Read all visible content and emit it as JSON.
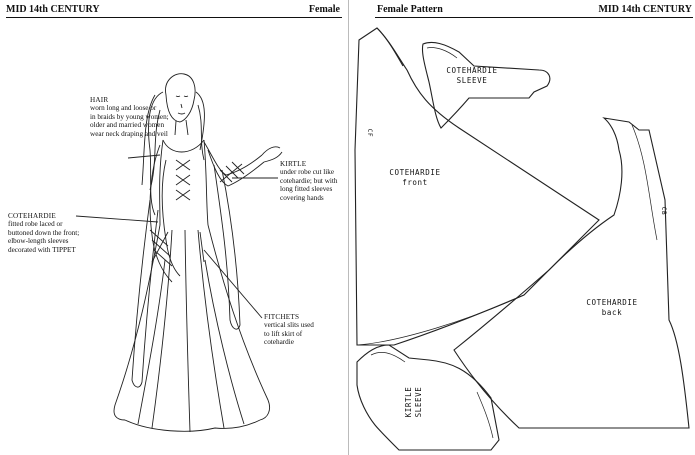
{
  "left_page": {
    "header_left": "MID 14th CENTURY",
    "header_right": "Female",
    "annotations": {
      "hair": {
        "title": "HAIR",
        "lines": [
          "worn long and loose or",
          "in braids by young women;",
          "older and married women",
          "wear neck draping and veil"
        ]
      },
      "kirtle": {
        "title": "KIRTLE",
        "lines": [
          "under robe cut like",
          "cotehardie; but with",
          "long fitted sleeves",
          "covering hands"
        ]
      },
      "cotehardie": {
        "title": "COTEHARDIE",
        "lines": [
          "fitted robe laced or",
          "buttoned down the front;",
          "elbow-length sleeves",
          "decorated with TIPPET"
        ]
      },
      "fitchets": {
        "title": "FITCHETS",
        "lines": [
          "vertical slits used",
          "to lift skirt of",
          "cotehardie"
        ]
      }
    }
  },
  "right_page": {
    "header_left": "Female Pattern",
    "header_right": "MID 14th CENTURY",
    "pieces": {
      "sleeve": {
        "line1": "COTEHARDIE",
        "line2": "SLEEVE"
      },
      "front": {
        "line1": "COTEHARDIE",
        "line2": "front"
      },
      "back": {
        "line1": "COTEHARDIE",
        "line2": "back"
      },
      "kirtle_sleeve": {
        "line1": "KIRTLE",
        "line2": "SLEEVE"
      }
    },
    "cf_mark": "CF",
    "cb_mark": "CB"
  }
}
